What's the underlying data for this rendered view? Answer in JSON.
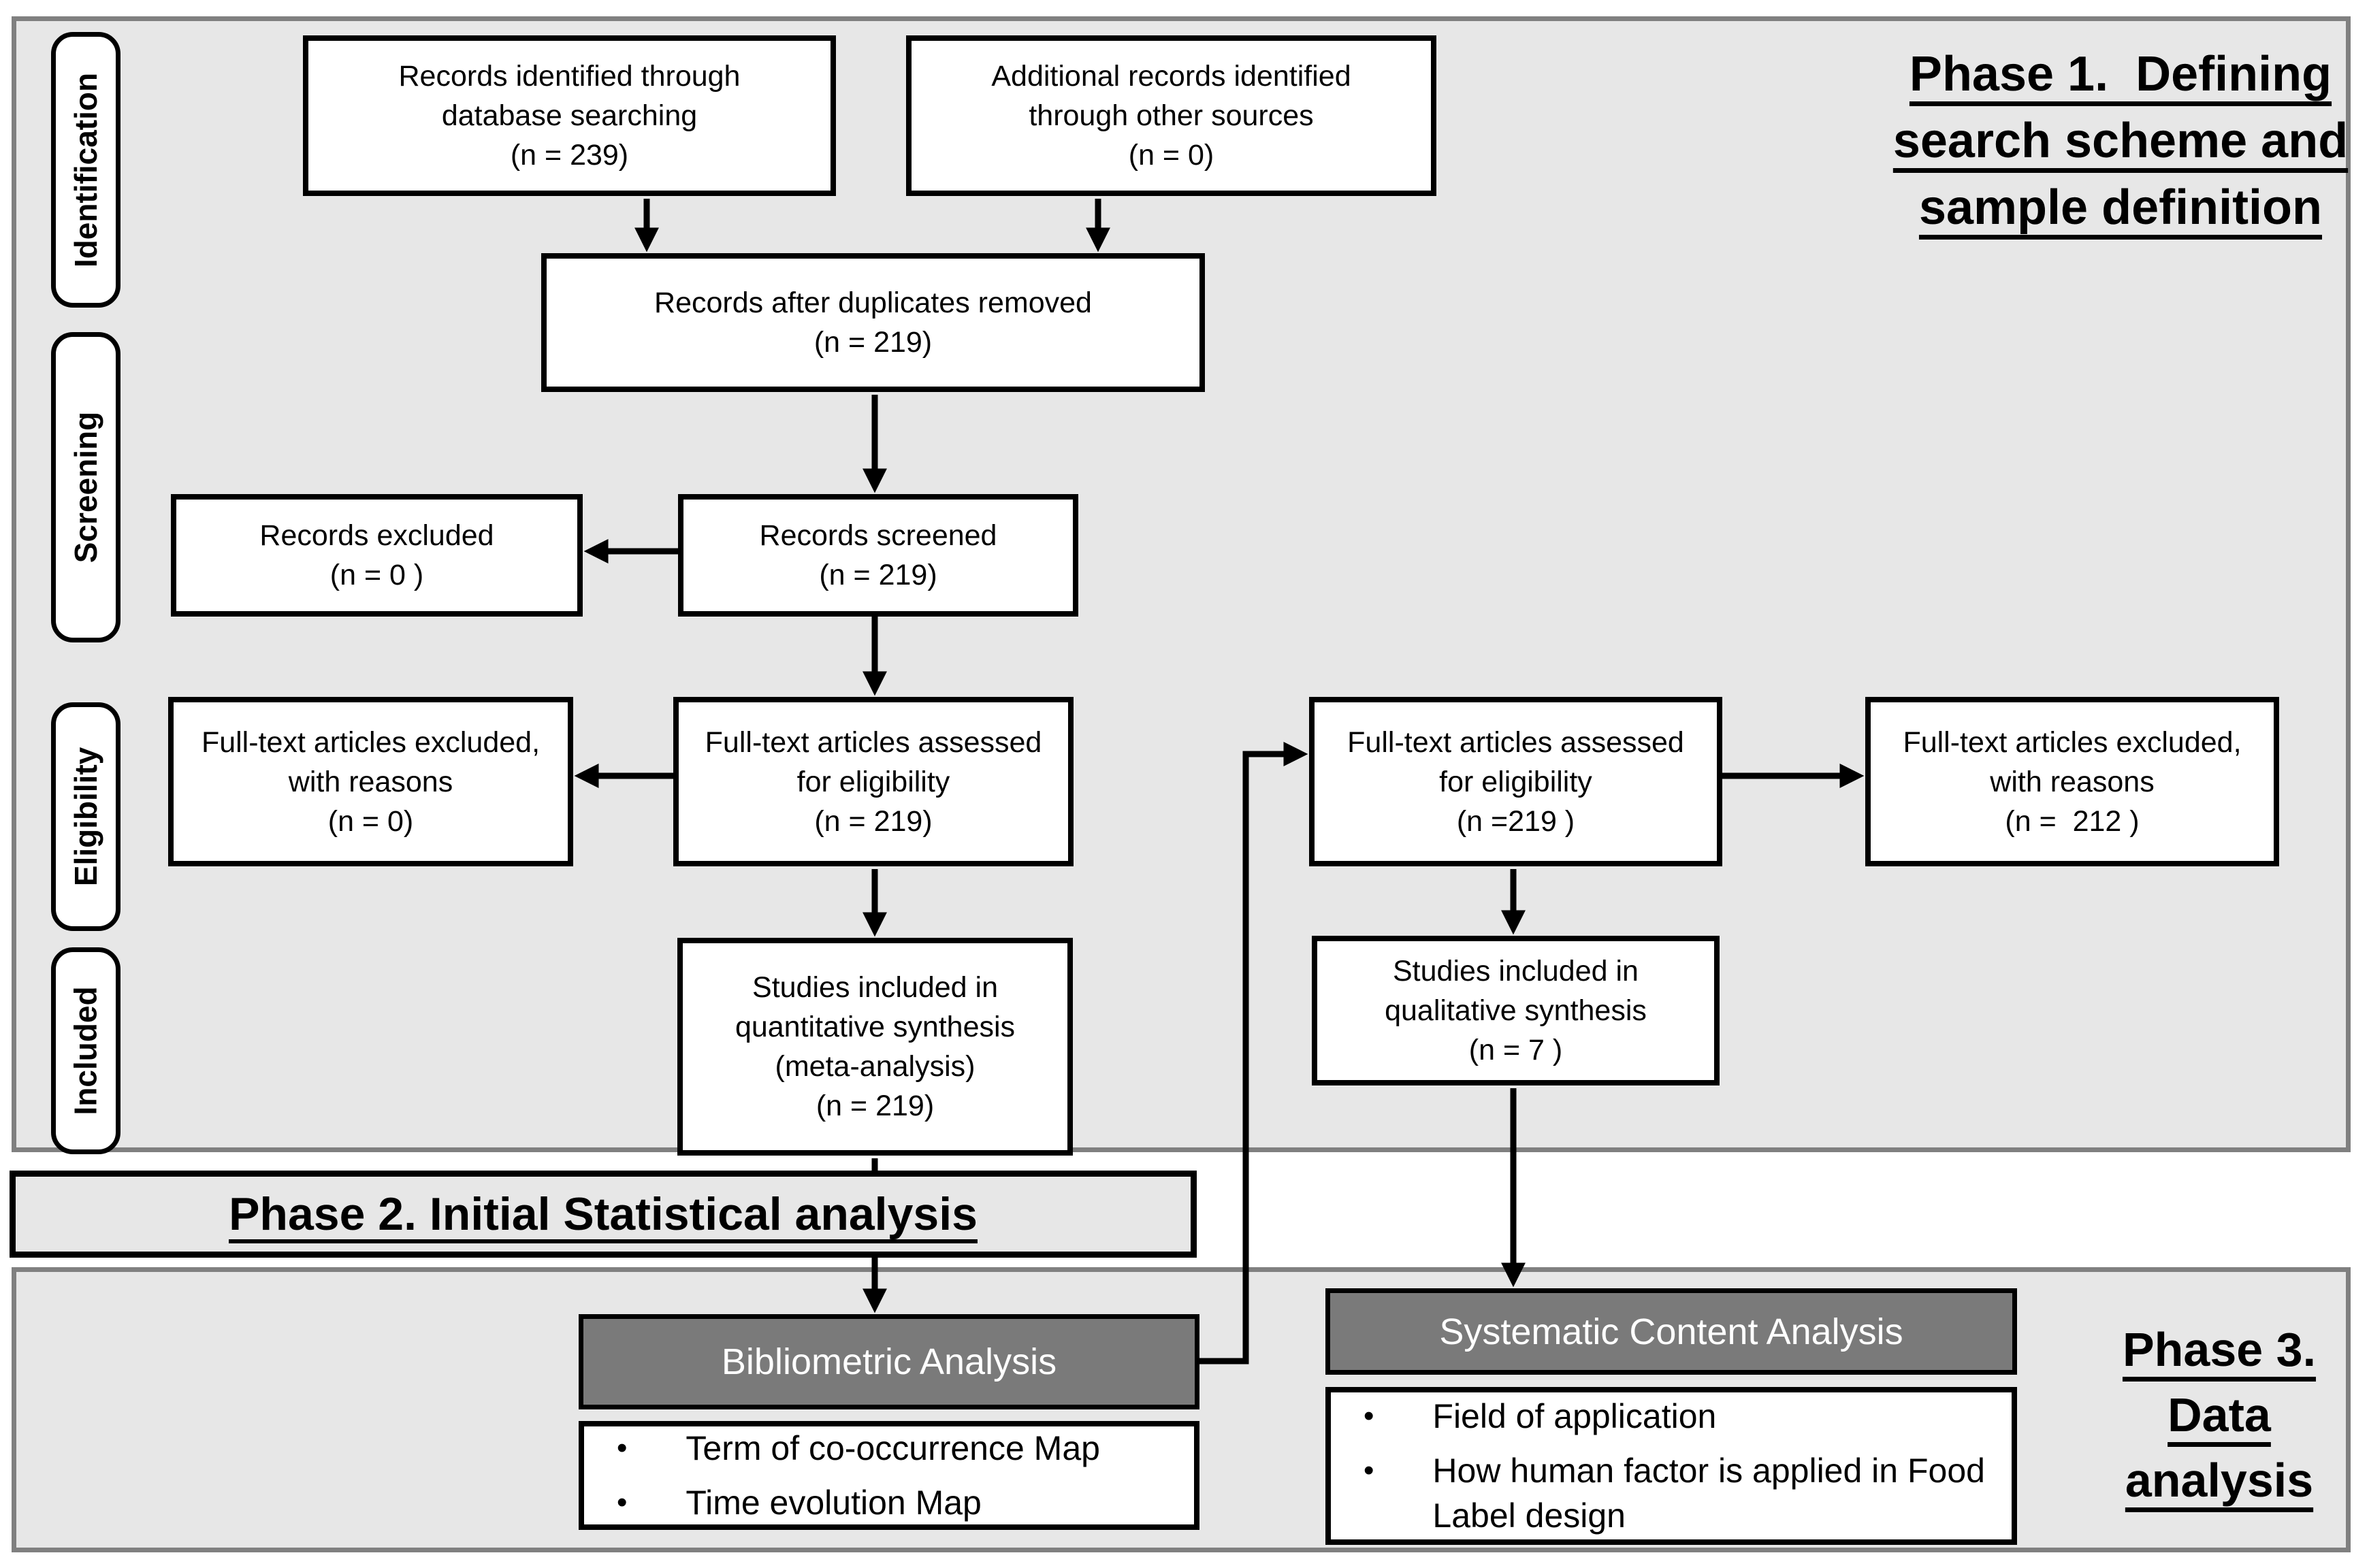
{
  "phase1": {
    "title": "Phase 1.  Defining\nsearch scheme and\nsample definition"
  },
  "phase2": {
    "title": "Phase 2. Initial Statistical analysis"
  },
  "phase3": {
    "title": "Phase 3.\nData\nanalysis"
  },
  "stages": {
    "identification": "Identification",
    "screening": "Screening",
    "eligibility": "Eligibility",
    "included": "Included"
  },
  "flow": {
    "records_identified": "Records identified through\ndatabase searching\n(n = 239)",
    "additional_records": "Additional records identified\nthrough other sources\n(n = 0)",
    "after_duplicates": "Records after duplicates removed\n(n = 219)",
    "records_excluded": "Records excluded\n(n = 0 )",
    "records_screened": "Records screened\n(n = 219)",
    "ft_excluded_left": "Full-text articles excluded,\nwith reasons\n(n = 0)",
    "ft_assessed_left": "Full-text articles assessed\nfor eligibility\n(n = 219)",
    "ft_assessed_right": "Full-text articles assessed\nfor eligibility\n(n =219 )",
    "ft_excluded_right": "Full-text articles excluded,\nwith reasons\n(n =  212 )",
    "quantitative": "Studies included in\nquantitative synthesis\n(meta-analysis)\n(n = 219)",
    "qualitative": "Studies included in\nqualitative synthesis\n(n = 7 )"
  },
  "bibliometric": {
    "header": "Bibliometric Analysis",
    "bullet1": "Term of co-occurrence Map",
    "bullet2": "Time evolution Map"
  },
  "systematic": {
    "header": "Systematic Content Analysis",
    "bullet1": "Field of application",
    "bullet2": "How human factor is applied in Food Label design"
  },
  "icons": {
    "bullet": "•"
  },
  "colors": {
    "page_bg": "#ffffff",
    "panel_bg": "#e7e7e7",
    "panel_border": "#808080",
    "box_bg": "#ffffff",
    "box_border": "#000000",
    "dark_box_bg": "#7a7a7a",
    "dark_box_text": "#ffffff",
    "arrow": "#000000"
  }
}
